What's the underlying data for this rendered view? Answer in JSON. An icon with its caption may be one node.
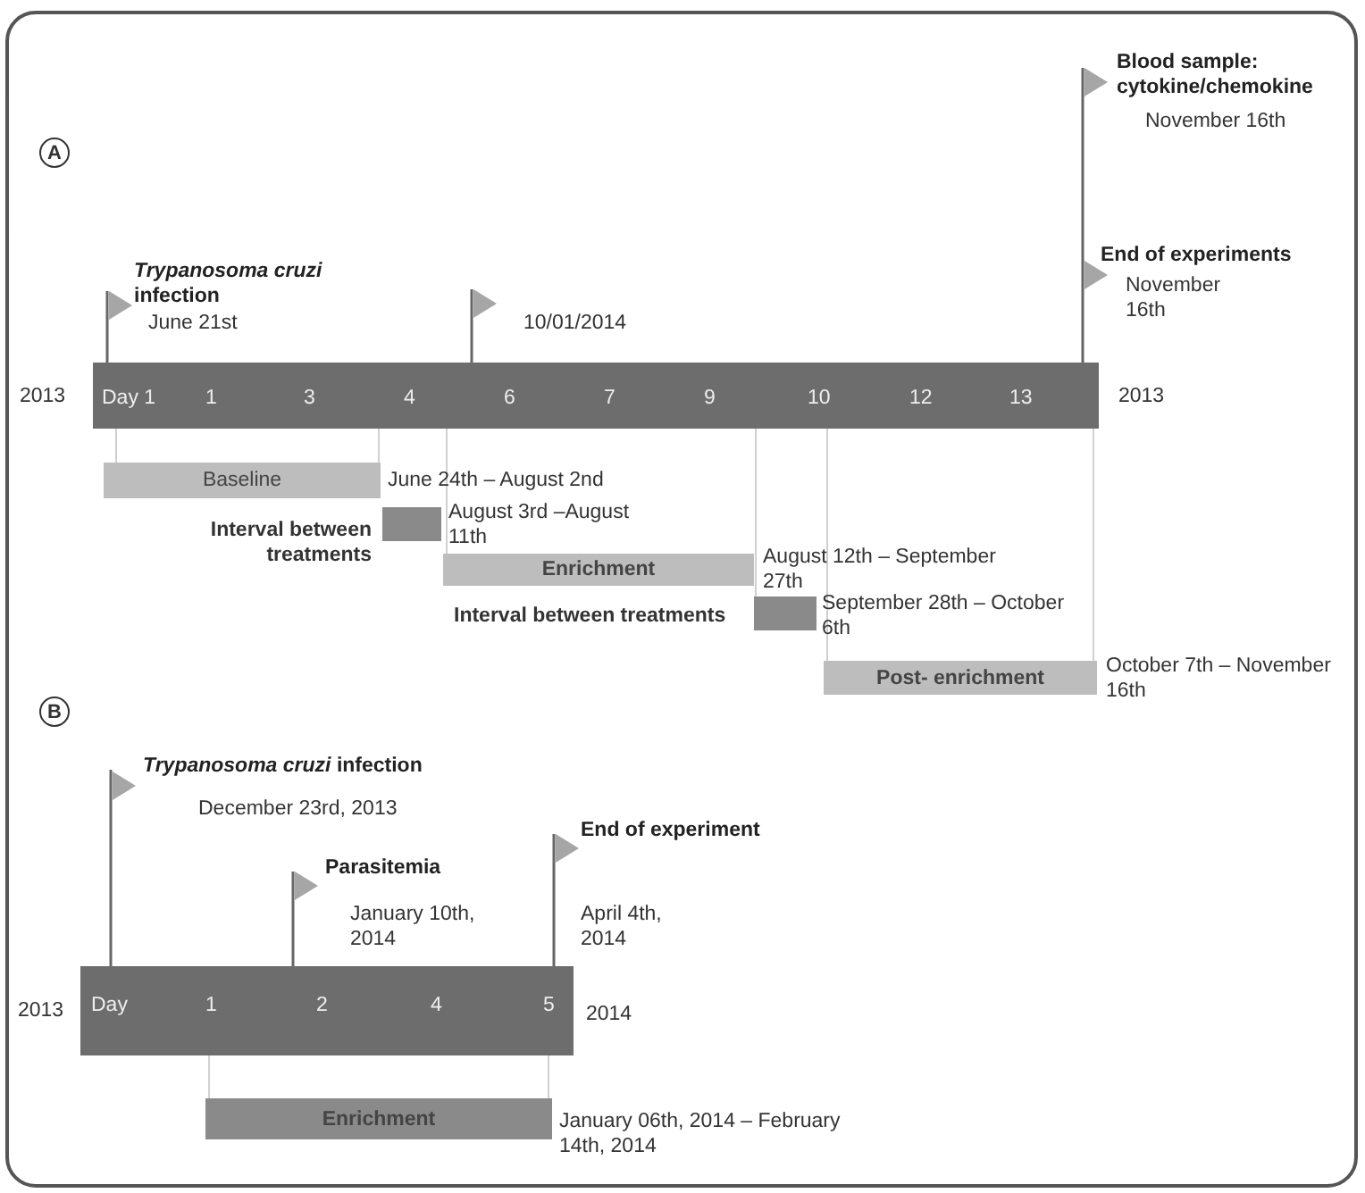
{
  "diagram": {
    "nodes": [
      {
        "text": [
          "A"
        ]
      },
      {
        "text": [
          "Day 1",
          "1",
          "3",
          "4",
          "6",
          "7",
          "9",
          "10",
          "12",
          "13"
        ],
        "beside": [
          "2013",
          "2013"
        ]
      },
      {
        "text": [
          "Baseline"
        ],
        "beside": [
          "June 24th – August 2nd"
        ]
      },
      {
        "text": [],
        "shape": "bar",
        "beside": [
          "August 3rd –August 11th",
          "Interval between treatments"
        ]
      },
      {
        "text": [
          "Enrichment"
        ],
        "beside": [
          "August 12th – September 27th"
        ]
      },
      {
        "text": [],
        "shape": "bar",
        "beside": [
          "Interval between treatments",
          "September 28th – October 6th"
        ]
      },
      {
        "text": [
          "Post- enrichment"
        ],
        "beside": [
          "October 7th – November 16th"
        ]
      },
      {
        "text": [
          "B"
        ]
      },
      {
        "text": [
          "Day",
          "1",
          "2",
          "4",
          "5"
        ],
        "beside": [
          "2013",
          "2014"
        ]
      },
      {
        "text": [
          "Enrichment"
        ],
        "beside": [
          "January 06th, 2014 – February 14th, 2014"
        ]
      }
    ],
    "edges": [
      {
        "from": 1,
        "to": 2,
        "arrow": "none"
      },
      {
        "from": 1,
        "to": 2,
        "arrow": "none"
      },
      {
        "from": 1,
        "to": 4,
        "arrow": "none"
      },
      {
        "from": 1,
        "to": 5,
        "arrow": "none"
      },
      {
        "from": 1,
        "to": 6,
        "arrow": "none"
      },
      {
        "from": 1,
        "to": 6,
        "arrow": "none"
      },
      {
        "from": 8,
        "to": 9,
        "arrow": "none"
      },
      {
        "from": 8,
        "to": 9,
        "arrow": "none"
      }
    ],
    "labels": [
      "Blood sample: cytokine/chemokine",
      "November 16th",
      "End of experiments",
      "*Trypanosoma cruzi* infection",
      "November 16th",
      "June 21st",
      "10/01/2014",
      "*Trypanosoma cruzi* infection",
      "December 23rd, 2013",
      "End of experiment",
      "Parasitemia",
      "January 10th, 2014",
      "April 4th, 2014"
    ]
  }
}
